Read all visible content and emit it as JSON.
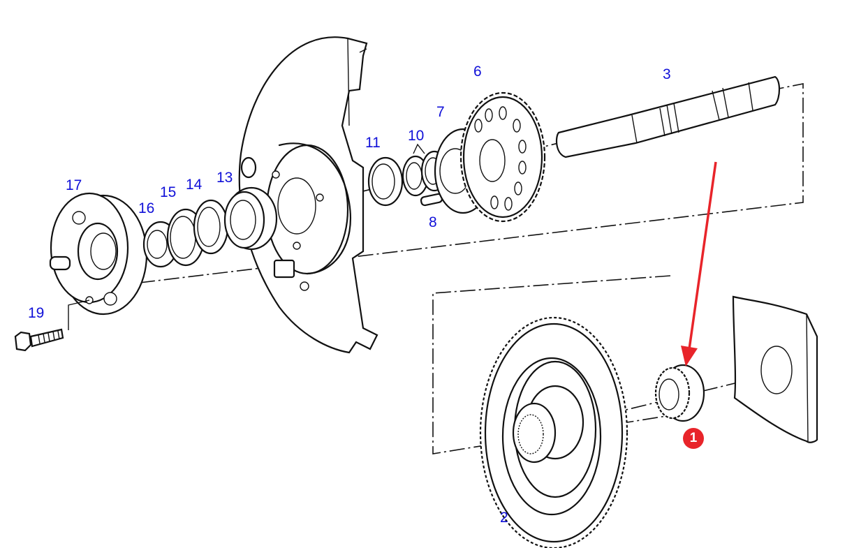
{
  "diagram": {
    "title": "",
    "callouts": [
      {
        "id": "c17",
        "label": "17",
        "part": "flange"
      },
      {
        "id": "c16",
        "label": "16",
        "part": "bearing"
      },
      {
        "id": "c15",
        "label": "15",
        "part": "seal"
      },
      {
        "id": "c14",
        "label": "14",
        "part": "ring"
      },
      {
        "id": "c13",
        "label": "13",
        "part": "bearing"
      },
      {
        "id": "c19",
        "label": "19",
        "part": "bolt"
      },
      {
        "id": "c11",
        "label": "11",
        "part": "circlip"
      },
      {
        "id": "c10",
        "label": "10",
        "part": "bearings"
      },
      {
        "id": "c7",
        "label": "7",
        "part": "hub plate"
      },
      {
        "id": "c8",
        "label": "8",
        "part": "screw"
      },
      {
        "id": "c6",
        "label": "6",
        "part": "sprocket"
      },
      {
        "id": "c3",
        "label": "3",
        "part": "shaft"
      },
      {
        "id": "c2",
        "label": "2",
        "part": "gear"
      }
    ],
    "highlight": {
      "label": "1",
      "part": "tapered roller bearing",
      "color": "#e8242a"
    },
    "callout_color": "#1010d8"
  }
}
